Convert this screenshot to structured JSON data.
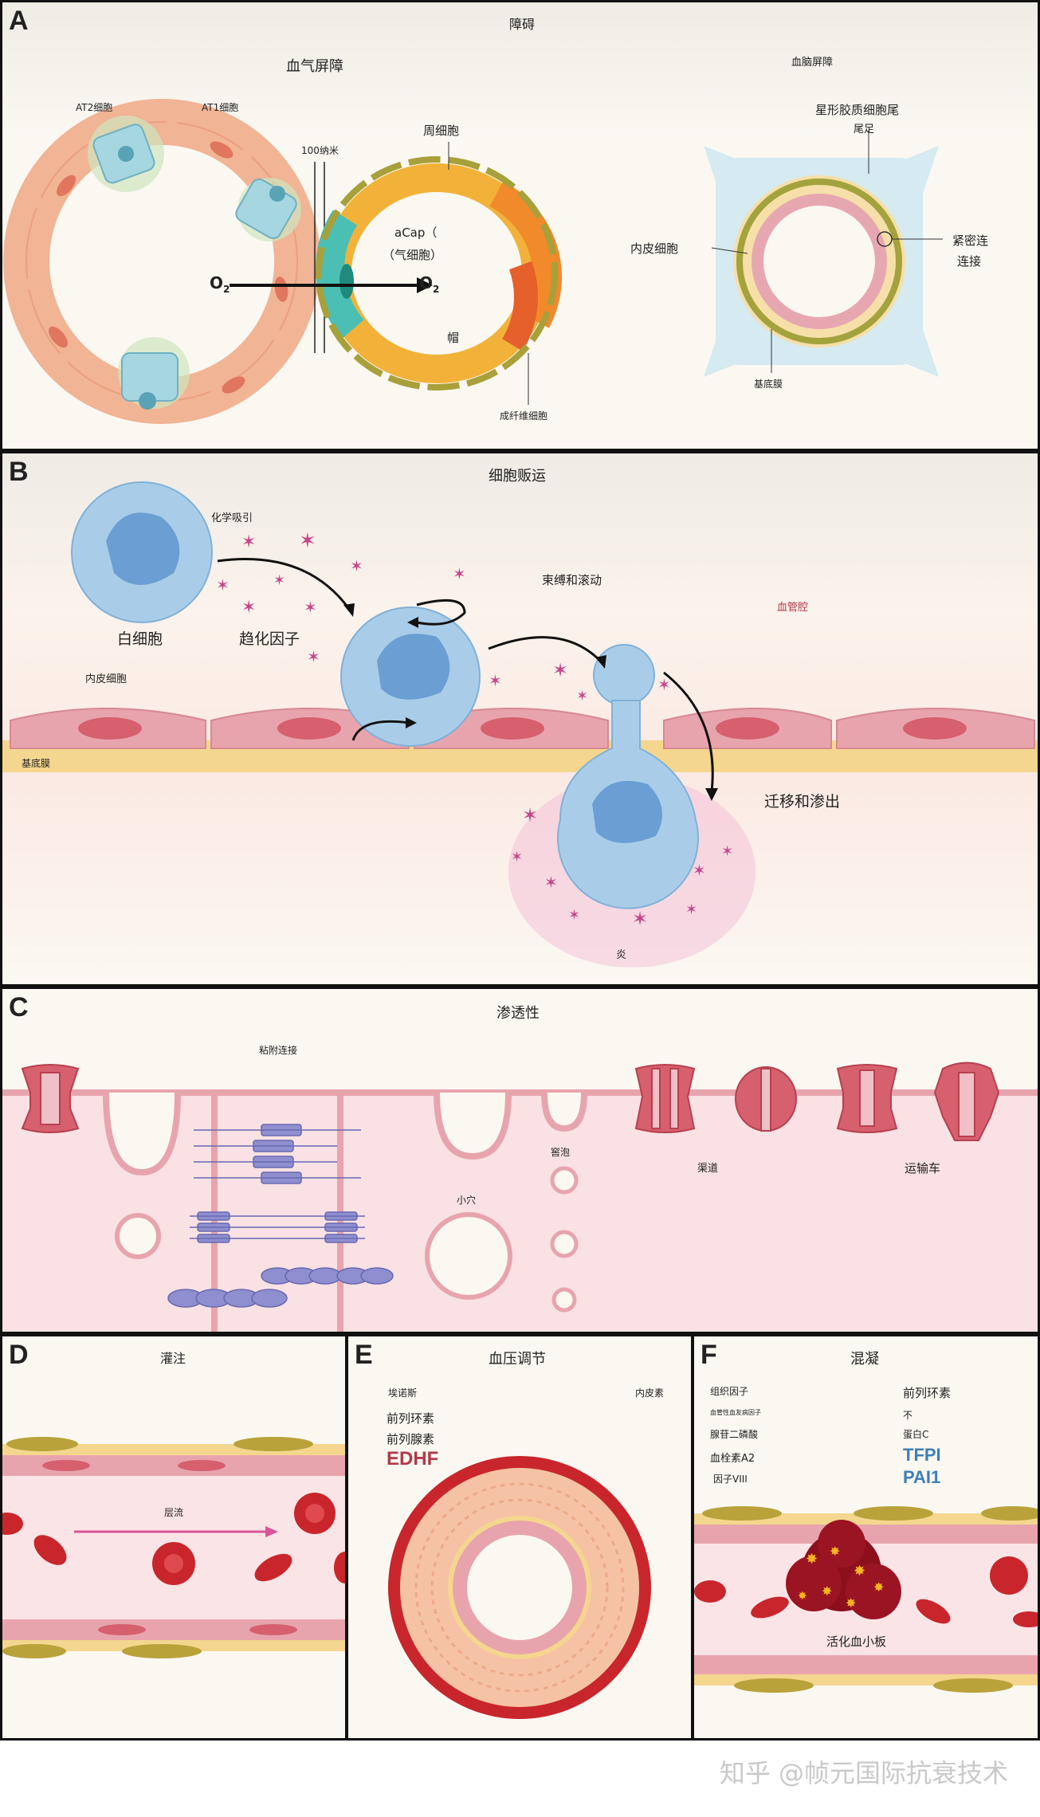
{
  "panelA": {
    "letter": "A",
    "title": "障碍",
    "left_title": "血气屏障",
    "right_title": "血脑屏障",
    "at2": "AT2细胞",
    "at1": "AT1细胞",
    "nm100": "100纳米",
    "pericyte": "周细胞",
    "acap1": "aCap（",
    "acap2": "（气细胞）",
    "o2_left": "O",
    "o2_right": "O",
    "o2_sub": "2",
    "cap": "帽",
    "fibroblast": "成纤维细胞",
    "astro1": "星形胶质细胞尾",
    "astro2": "尾足",
    "endothelial": "内皮细胞",
    "tight1": "紧密连",
    "tight2": "连接",
    "basement": "基底膜"
  },
  "panelB": {
    "letter": "B",
    "title": "细胞贩运",
    "chemo": "化学吸引",
    "wbc": "白细胞",
    "chemokine": "趋化因子",
    "tether": "束缚和滚动",
    "lumen": "血管腔",
    "endo": "内皮细胞",
    "basement": "基底膜",
    "migrate": "迁移和渗出",
    "inflam": "炎"
  },
  "panelC": {
    "letter": "C",
    "title": "渗透性",
    "adherens": "粘附连接",
    "caveolae": "窖泡",
    "pit": "小穴",
    "channel": "渠道",
    "transporter": "运输车"
  },
  "panelD": {
    "letter": "D",
    "title": "灌注",
    "laminar": "层流"
  },
  "panelE": {
    "letter": "E",
    "title": "血压调节",
    "endothelin": "埃诺斯",
    "endothelin_r": "内皮素",
    "prost": "前列环素",
    "prostg": "前列腺素",
    "edhf": "EDHF"
  },
  "panelF": {
    "letter": "F",
    "title": "混凝",
    "tf": "组织因子",
    "vwf": "血管性血友病因子",
    "adp": "腺苷二磷酸",
    "txa2": "血栓素A2",
    "f8": "因子VIII",
    "prostacyclin": "前列环素",
    "no": "不",
    "proteinc": "蛋白C",
    "tfpi": "TFPI",
    "pai1": "PAI1",
    "platelet": "活化血小板"
  },
  "watermark": "知乎 @帧元国际抗衰技术",
  "colors": {
    "endothelial": "#e8a4ad",
    "leukocyte": "#a9cde8",
    "chemokine": "#c7468a",
    "rbc": "#c8262c",
    "pericyte": "#b9a23a",
    "basement": "#f4d68e"
  }
}
